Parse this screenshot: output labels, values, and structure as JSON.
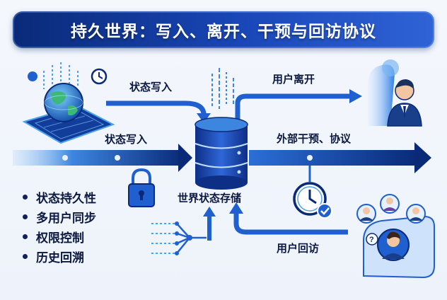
{
  "title": "持久世界：写入、离开、干预与回访协议",
  "labels": {
    "state_write_top": "状态写入",
    "state_write_main": "状态写入",
    "user_leave": "用户离开",
    "external_intervention": "外部干预、协议",
    "world_state_storage": "世界状态存储",
    "user_revisit": "用户回访"
  },
  "bullets": [
    "状态持久性",
    "多用户同步",
    "权限控制",
    "历史回溯"
  ],
  "icons": {
    "globe": "globe-map-icon",
    "clock_small": "clock-icon",
    "database": "database-icon",
    "lock": "padlock-icon",
    "user_leaving": "user-leaving-icon",
    "clock_check": "clock-check-icon",
    "user_group": "user-group-icon",
    "network": "network-merge-icon"
  },
  "colors": {
    "navy": "#0a2a78",
    "blue": "#1f5fd0",
    "light_blue": "#4aa3f0",
    "text": "#0b1840"
  }
}
